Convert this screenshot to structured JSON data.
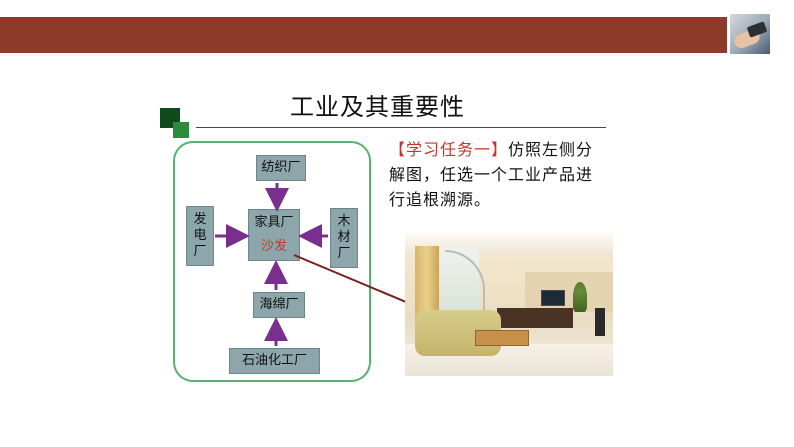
{
  "slide": {
    "title": "工业及其重要性",
    "task_highlight": "【学习任务一】",
    "task_text": "仿照左侧分解图，任选一个工业产品进行追根溯源。"
  },
  "diagram": {
    "textile": "纺织厂",
    "power": [
      "发",
      "电",
      "厂"
    ],
    "furniture": "家具厂",
    "sofa": "沙发",
    "wood": [
      "木",
      "材",
      "厂"
    ],
    "sponge": "海绵厂",
    "petrochem": "石油化工厂"
  },
  "colors": {
    "top_bar": "#8e3a2a",
    "frame": "#55b26f",
    "node": "#8da6ab",
    "arrow": "#7a2f8f",
    "highlight": "#c0392b",
    "connector": "#7a1f1f"
  },
  "icons": {
    "thumbnail": "hand-holding-phone-image",
    "photo": "living-room-sofa-photo"
  }
}
